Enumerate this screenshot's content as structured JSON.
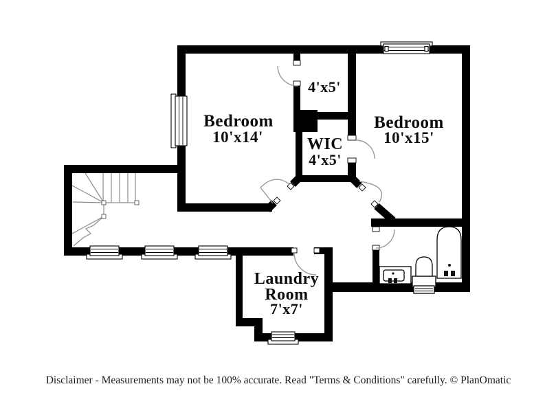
{
  "plan": {
    "rooms": {
      "bedroom_left": {
        "name": "Bedroom",
        "dims": "10'x14'"
      },
      "closet": {
        "dims": "4'x5'"
      },
      "wic": {
        "name": "WIC",
        "dims": "4'x5'"
      },
      "bedroom_right": {
        "name": "Bedroom",
        "dims": "10'x15'"
      },
      "laundry": {
        "name_line1": "Laundry",
        "name_line2": "Room",
        "dims": "7'x7'"
      }
    },
    "fixtures": [
      "bathtub",
      "toilet",
      "sink-vanity",
      "staircase"
    ],
    "window_count": 6,
    "door_count": 6
  },
  "footer": {
    "disclaimer": "Disclaimer - Measurements may not be 100% accurate. Read \"Terms & Conditions\" carefully. © PlanOmatic"
  },
  "colors": {
    "wall": "#000000",
    "background": "#ffffff",
    "door_arc": "#9a9a9a",
    "stair_line": "#8a8a8a",
    "label_text": "#0d0d0d",
    "disclaimer_text": "#1c1c1c"
  }
}
